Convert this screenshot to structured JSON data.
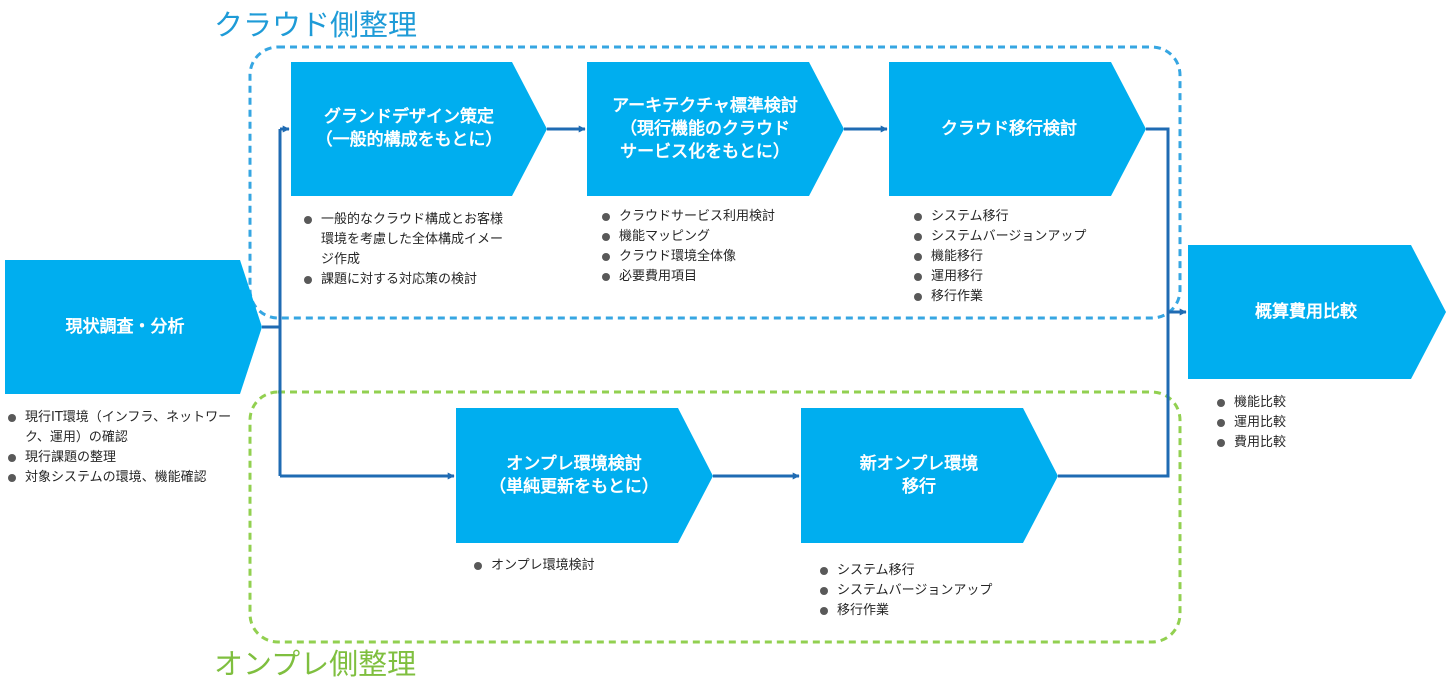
{
  "colors": {
    "process": "#00AEEF",
    "arrow": "#1F6BB3",
    "cloud_group": "#36A6E2",
    "onprem_group": "#92D050"
  },
  "groups": {
    "cloud": {
      "title": "クラウド側整理"
    },
    "onprem": {
      "title": "オンプレ側整理"
    }
  },
  "steps": {
    "current": {
      "label": "現状調査・分析",
      "notes": [
        "現行IT環境（インフラ、ネットワーク、運用）の確認",
        "現行課題の整理",
        "対象システムの環境、機能確認"
      ]
    },
    "grand_design": {
      "label": "グランドデザイン策定\n（一般的構成をもとに）",
      "notes": [
        "一般的なクラウド構成とお客様環境を考慮した全体構成イメージ作成",
        "課題に対する対応策の検討"
      ]
    },
    "architecture": {
      "label": "アーキテクチャ標準検討\n（現行機能のクラウド\nサービス化をもとに）",
      "notes": [
        "クラウドサービス利用検討",
        "機能マッピング",
        "クラウド環境全体像",
        "必要費用項目"
      ]
    },
    "cloud_migration": {
      "label": "クラウド移行検討",
      "notes": [
        "システム移行",
        "システムバージョンアップ",
        "機能移行",
        "運用移行",
        "移行作業"
      ]
    },
    "onprem_review": {
      "label": "オンプレ環境検討\n（単純更新をもとに）",
      "notes": [
        "オンプレ環境検討"
      ]
    },
    "new_onprem": {
      "label": "新オンプレ環境\n移行",
      "notes": [
        "システム移行",
        "システムバージョンアップ",
        "移行作業"
      ]
    },
    "cost": {
      "label": "概算費用比較",
      "notes": [
        "機能比較",
        "運用比較",
        "費用比較"
      ]
    }
  }
}
